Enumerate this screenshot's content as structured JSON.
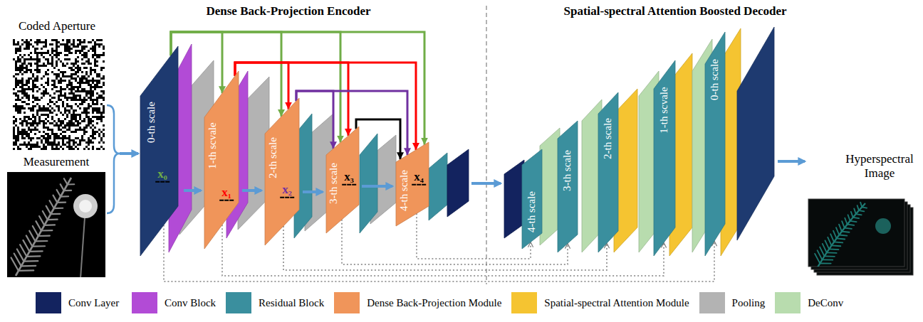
{
  "diagram": {
    "nodes": [
      {
        "text": [
          "0-th scale",
          "x₀"
        ]
      },
      {
        "text": [
          "1-th scvale",
          "x₁"
        ]
      },
      {
        "text": [
          "2-th scale",
          "x₂"
        ]
      },
      {
        "text": [
          "3-th scale",
          "x₃"
        ]
      },
      {
        "text": [
          "4-th scale",
          "x₄"
        ]
      },
      {
        "text": [
          "4-th scale"
        ]
      },
      {
        "text": [
          "3-th scale"
        ]
      },
      {
        "text": [
          "2-th scale"
        ]
      },
      {
        "text": [
          "1-th scvale"
        ]
      },
      {
        "text": [
          "0-th scale"
        ]
      }
    ],
    "edges": [
      {
        "from": 0,
        "to": 1,
        "arrow": "to"
      },
      {
        "from": 0,
        "to": 2,
        "arrow": "to"
      },
      {
        "from": 0,
        "to": 3,
        "arrow": "to"
      },
      {
        "from": 0,
        "to": 4,
        "arrow": "to"
      },
      {
        "from": 1,
        "to": 2,
        "arrow": "to"
      },
      {
        "from": 1,
        "to": 3,
        "arrow": "to"
      },
      {
        "from": 1,
        "to": 4,
        "arrow": "to"
      },
      {
        "from": 2,
        "to": 3,
        "arrow": "to"
      },
      {
        "from": 2,
        "to": 4,
        "arrow": "to"
      },
      {
        "from": 3,
        "to": 4,
        "arrow": "to"
      },
      {
        "from": 4,
        "to": 5,
        "arrow": "to"
      },
      {
        "from": 3,
        "to": 6,
        "arrow": "to"
      },
      {
        "from": 2,
        "to": 7,
        "arrow": "to"
      },
      {
        "from": 1,
        "to": 8,
        "arrow": "to"
      },
      {
        "from": 0,
        "to": 9,
        "arrow": "to"
      }
    ],
    "labels": [
      "Dense Back-Projection Encoder",
      "Spatial-spectral Attention Boosted Decoder",
      "Coded Aperture",
      "Measurement",
      "Hyperspectral Image"
    ],
    "legend": [
      {
        "text": "Conv Layer",
        "color": "#13235f"
      },
      {
        "text": "Conv Block",
        "color": "#b24bd6"
      },
      {
        "text": "Residual Block",
        "color": "#3a8f9e"
      },
      {
        "text": "Dense Back-Projection Module",
        "color": "#f0955a"
      },
      {
        "text": "Spatial-spectral Attention Module",
        "color": "#f5c431"
      },
      {
        "text": "Pooling",
        "color": "#b3b3b3"
      },
      {
        "text": "DeConv",
        "color": "#b8dcae"
      }
    ]
  }
}
